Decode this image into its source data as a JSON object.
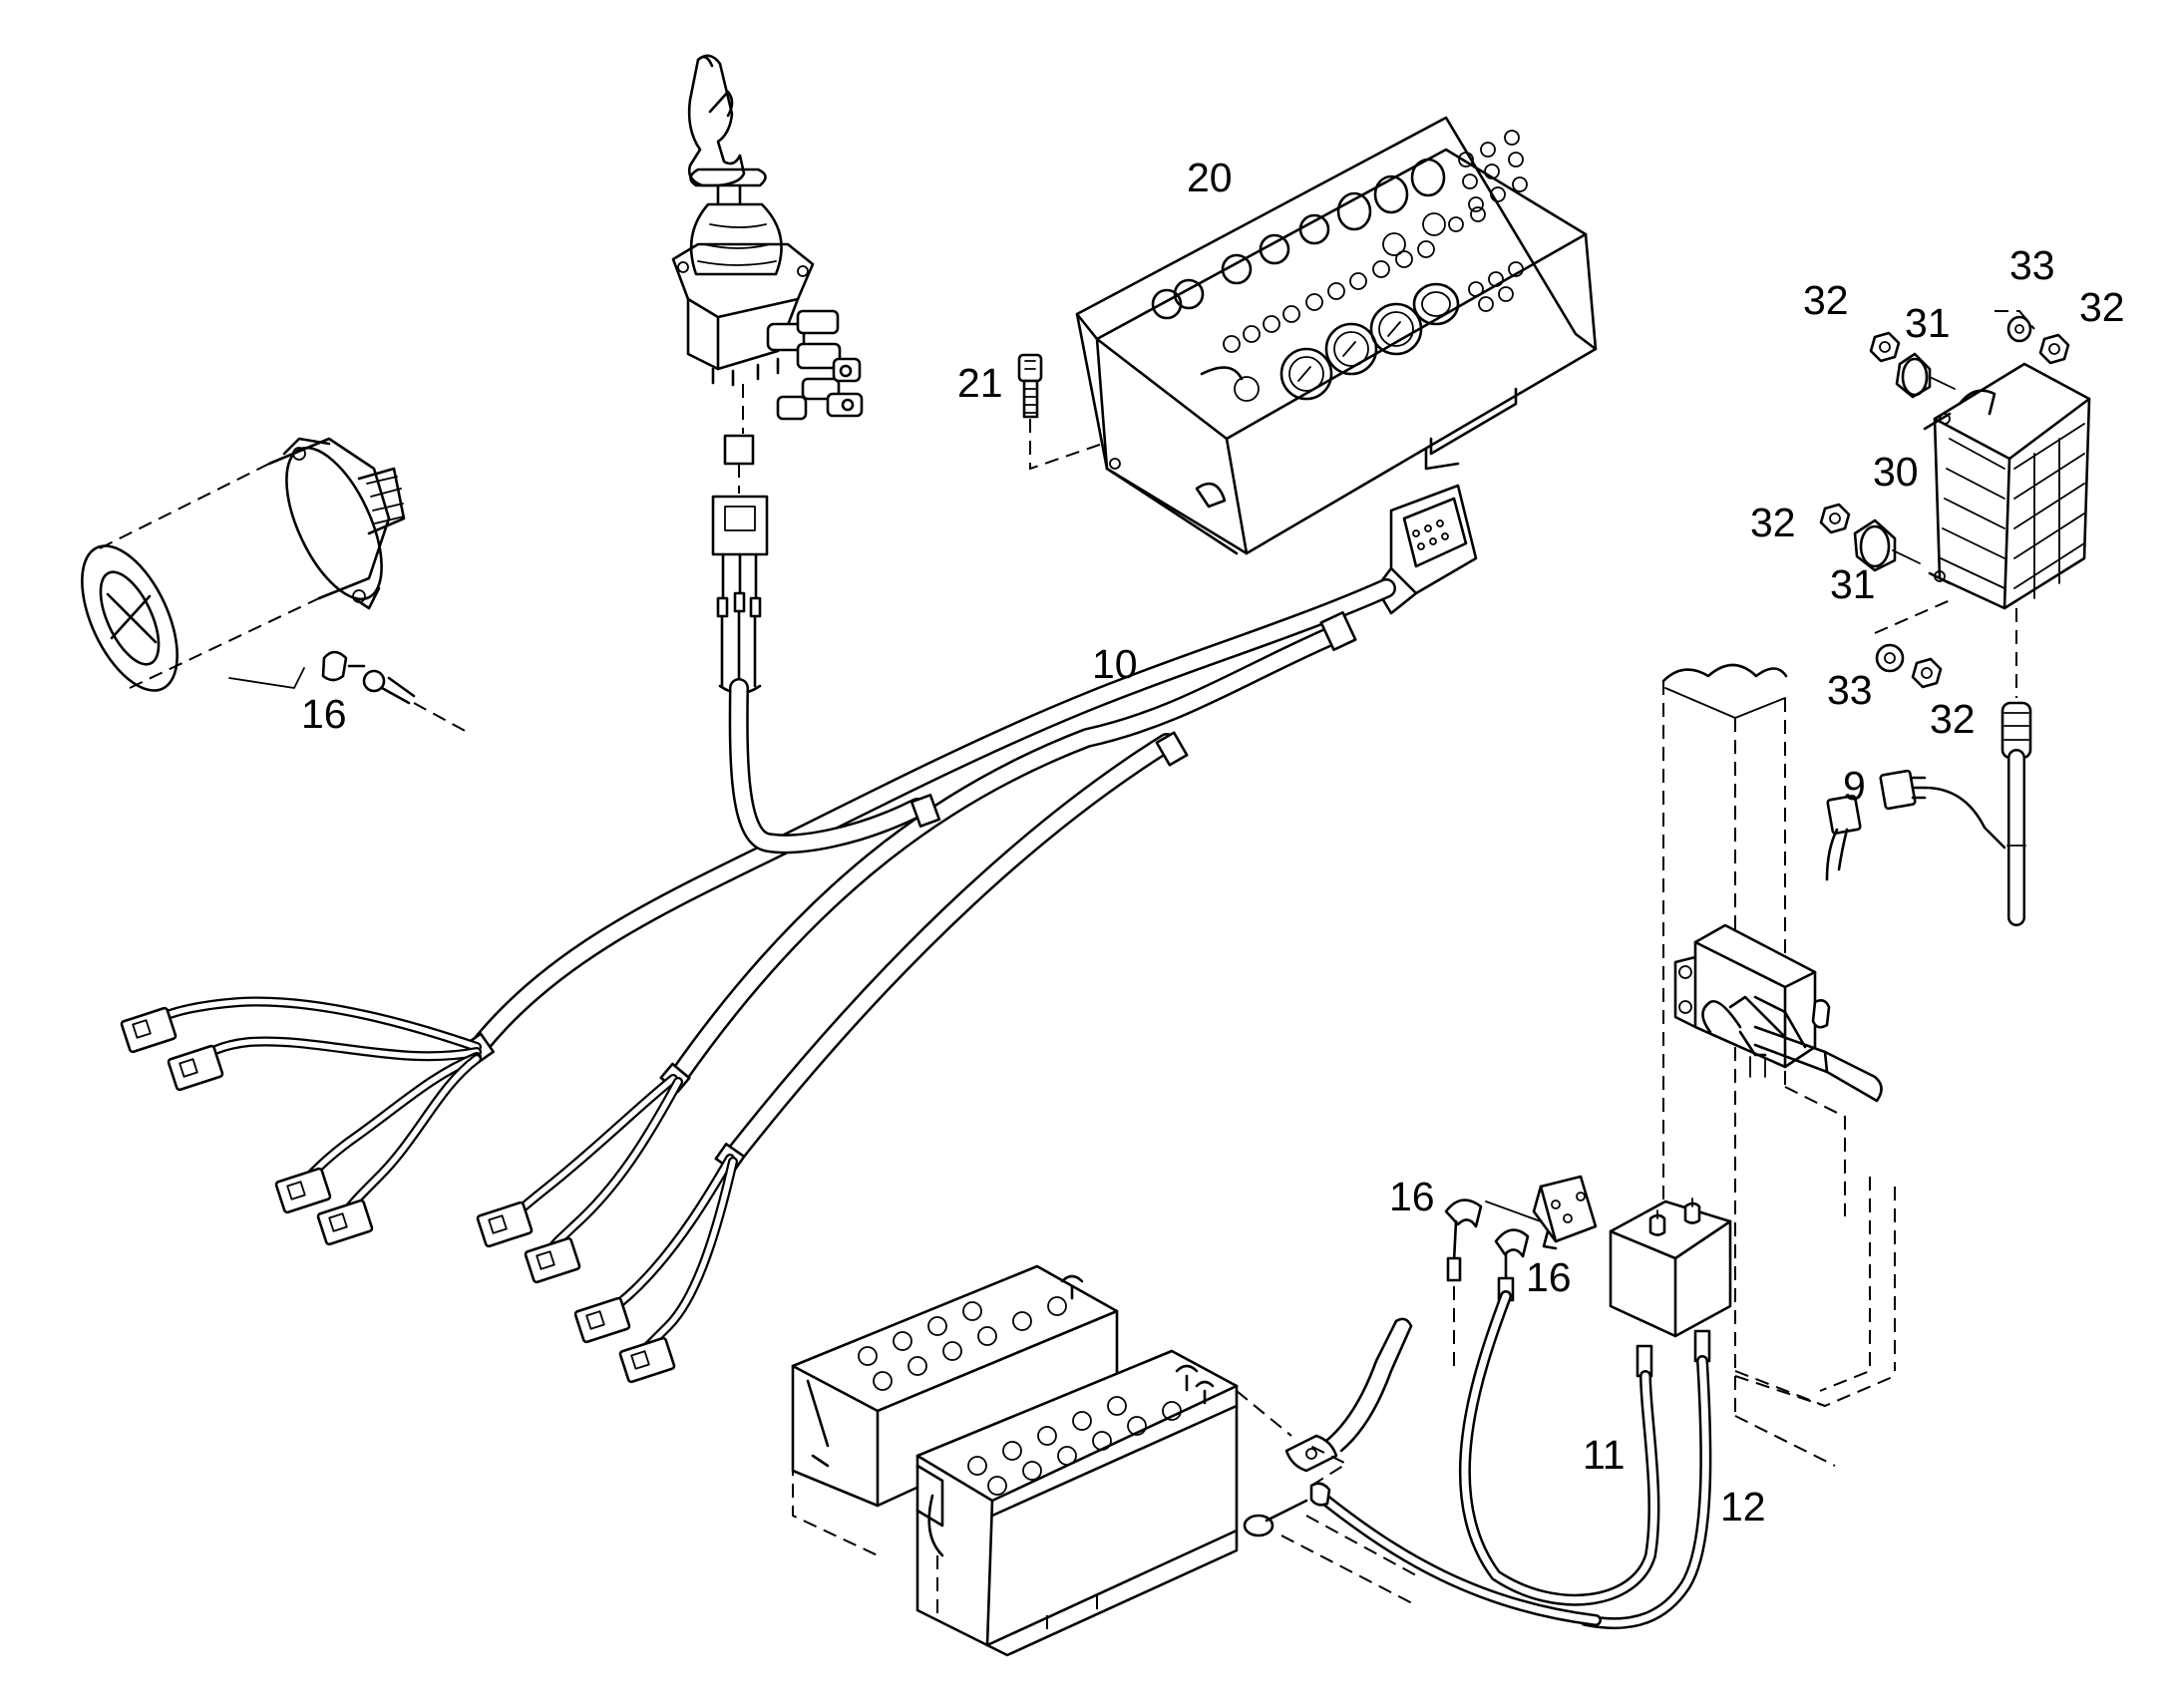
{
  "figure": {
    "callouts": {
      "c9": "9",
      "c10": "10",
      "c11": "11",
      "c12": "12",
      "c16a": "16",
      "c16b": "16",
      "c16c": "16",
      "c20": "20",
      "c21": "21",
      "c30": "30",
      "c31a": "31",
      "c31b": "31",
      "c32a": "32",
      "c32b": "32",
      "c32c": "32",
      "c32d": "32",
      "c33a": "33",
      "c33b": "33"
    }
  }
}
